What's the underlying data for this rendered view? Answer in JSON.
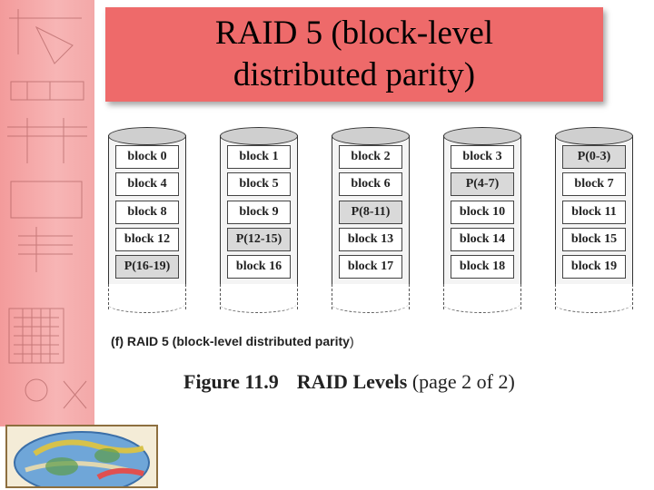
{
  "title": "RAID 5 (block-level distributed parity)",
  "disks": [
    {
      "cells": [
        {
          "label": "block 0",
          "parity": false
        },
        {
          "label": "block 4",
          "parity": false
        },
        {
          "label": "block 8",
          "parity": false
        },
        {
          "label": "block 12",
          "parity": false
        },
        {
          "label": "P(16-19)",
          "parity": true
        }
      ]
    },
    {
      "cells": [
        {
          "label": "block 1",
          "parity": false
        },
        {
          "label": "block 5",
          "parity": false
        },
        {
          "label": "block 9",
          "parity": false
        },
        {
          "label": "P(12-15)",
          "parity": true
        },
        {
          "label": "block 16",
          "parity": false
        }
      ]
    },
    {
      "cells": [
        {
          "label": "block 2",
          "parity": false
        },
        {
          "label": "block 6",
          "parity": false
        },
        {
          "label": "P(8-11)",
          "parity": true
        },
        {
          "label": "block 13",
          "parity": false
        },
        {
          "label": "block 17",
          "parity": false
        }
      ]
    },
    {
      "cells": [
        {
          "label": "block 3",
          "parity": false
        },
        {
          "label": "P(4-7)",
          "parity": true
        },
        {
          "label": "block 10",
          "parity": false
        },
        {
          "label": "block 14",
          "parity": false
        },
        {
          "label": "block 18",
          "parity": false
        }
      ]
    },
    {
      "cells": [
        {
          "label": "P(0-3)",
          "parity": true
        },
        {
          "label": "block 7",
          "parity": false
        },
        {
          "label": "block 11",
          "parity": false
        },
        {
          "label": "block 15",
          "parity": false
        },
        {
          "label": "block 19",
          "parity": false
        }
      ]
    }
  ],
  "caption": {
    "prefix": "(f) RAID 5 (block-level distributed parity",
    "suffix": ")"
  },
  "figure": {
    "number": "Figure 11.9",
    "name": "RAID Levels",
    "page": "(page 2 of 2)"
  },
  "logo": {
    "icon": "windows-2000-solaris-cluster-logo"
  },
  "colors": {
    "title_bg": "#ee6a6a",
    "strip_bg": "#f7b5b5",
    "parity_fill": "#d9d9d9"
  }
}
